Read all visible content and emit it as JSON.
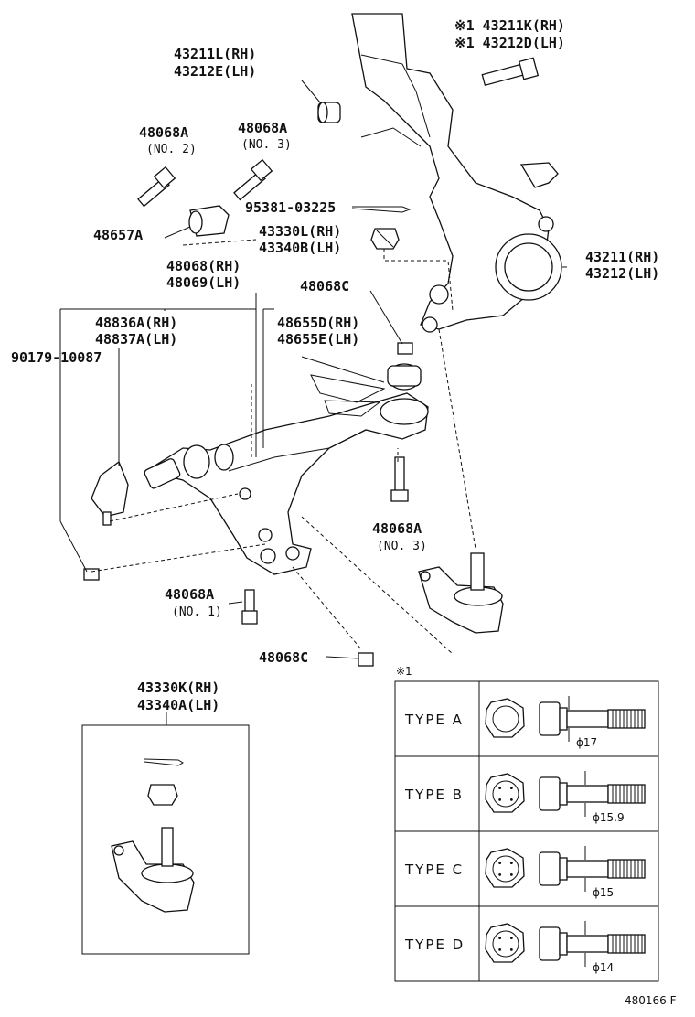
{
  "labels": {
    "bolt_rh": "※1 43211K(RH)",
    "bolt_lh": "※1 43212D(LH)",
    "bushing_rh": "43211L(RH)",
    "bushing_lh": "43212E(LH)",
    "bolt_a_no2": "48068A",
    "no2": "(NO. 2)",
    "bolt_a_no3": "48068A",
    "no3": "(NO. 3)",
    "pin": "95381-03225",
    "bracket": "48657A",
    "nut_rh": "43330L(RH)",
    "nut_lh": "43340B(LH)",
    "knuckle_rh": "43211(RH)",
    "knuckle_lh": "43212(LH)",
    "arm_rh": "48068(RH)",
    "arm_lh": "48069(LH)",
    "nut_c_top": "48068C",
    "sub_rh": "48836A(RH)",
    "sub_lh": "48837A(LH)",
    "bush_d_rh": "48655D(RH)",
    "bush_d_lh": "48655E(LH)",
    "bolt_9": "90179-10087",
    "bolt_a_no3b": "48068A",
    "no3b": "(NO. 3)",
    "bolt_a_no1": "48068A",
    "no1": "(NO. 1)",
    "nut_c_bottom": "48068C",
    "ball_rh": "43330K(RH)",
    "ball_lh": "43340A(LH)",
    "note_mark": "※1",
    "diagram_id": "480166 F"
  },
  "types": [
    {
      "name": "TYPE  A",
      "dim": "ϕ17"
    },
    {
      "name": "TYPE  B",
      "dim": "ϕ15.9"
    },
    {
      "name": "TYPE  C",
      "dim": "ϕ15"
    },
    {
      "name": "TYPE  D",
      "dim": "ϕ14"
    }
  ]
}
